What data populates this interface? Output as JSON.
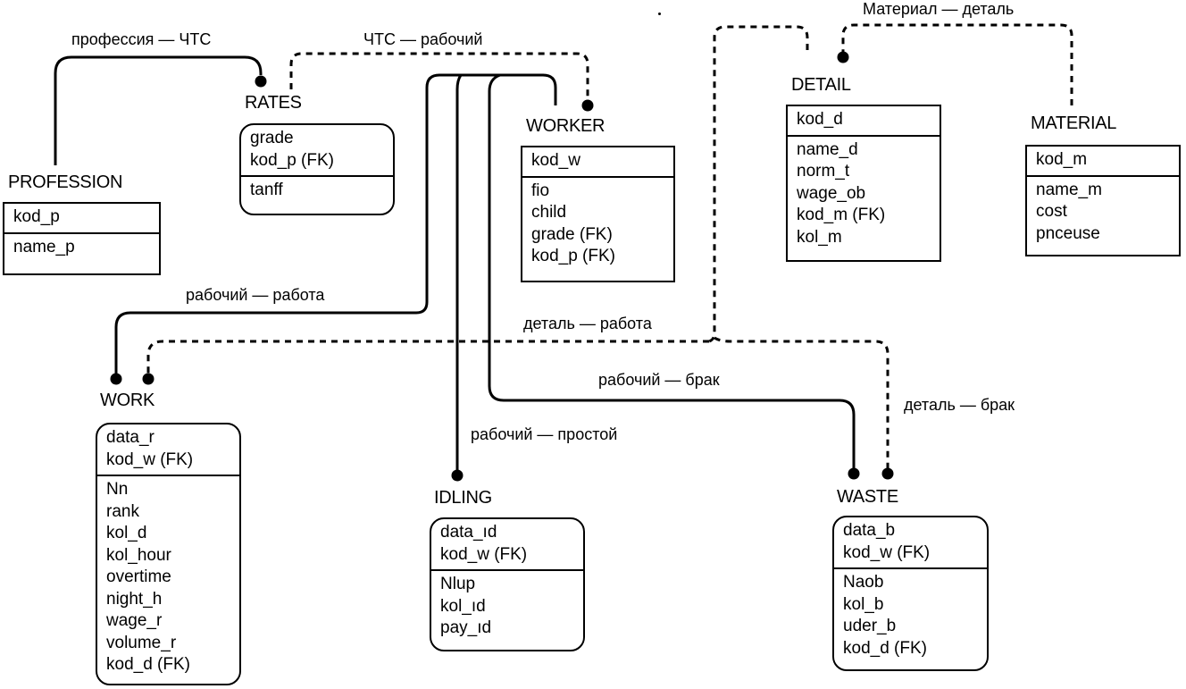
{
  "entities": {
    "profession": {
      "title": "PROFESSION",
      "keys": [
        "kod_p"
      ],
      "attrs": [
        "name_p"
      ]
    },
    "rates": {
      "title": "RATES",
      "keys": [
        "grade",
        "kod_p (FK)"
      ],
      "attrs": [
        "tanff"
      ]
    },
    "worker": {
      "title": "WORKER",
      "keys": [
        "kod_w"
      ],
      "attrs": [
        "fio",
        "child",
        "grade (FK)",
        "kod_p (FK)"
      ]
    },
    "detail": {
      "title": "DETAIL",
      "keys": [
        "kod_d"
      ],
      "attrs": [
        "name_d",
        "norm_t",
        "wage_ob",
        "kod_m (FK)",
        "kol_m"
      ]
    },
    "material": {
      "title": "MATERIAL",
      "keys": [
        "kod_m"
      ],
      "attrs": [
        "name_m",
        "cost",
        "pnceuse"
      ]
    },
    "work": {
      "title": "WORK",
      "keys": [
        "data_r",
        "kod_w (FK)"
      ],
      "attrs": [
        "Nn",
        "rank",
        "kol_d",
        "kol_hour",
        "overtime",
        "night_h",
        "wage_r",
        "volume_r",
        "kod_d (FK)"
      ]
    },
    "idling": {
      "title": "IDLING",
      "keys": [
        "data_ıd",
        "kod_w (FK)"
      ],
      "attrs": [
        "Nlup",
        "kol_ıd",
        "pay_ıd"
      ]
    },
    "waste": {
      "title": "WASTE",
      "keys": [
        "data_b",
        "kod_w (FK)"
      ],
      "attrs": [
        "Naob",
        "kol_b",
        "uder_b",
        "kod_d (FK)"
      ]
    }
  },
  "relationships": {
    "profession_rates": "профессия — ЧТС",
    "rates_worker": "ЧТС — рабочий",
    "material_detail": "Материал — деталь",
    "worker_work": "рабочий — работа",
    "detail_work": "деталь — работа",
    "worker_waste": "рабочий — брак",
    "detail_waste": "деталь — брак",
    "worker_idling": "рабочий — простой"
  }
}
